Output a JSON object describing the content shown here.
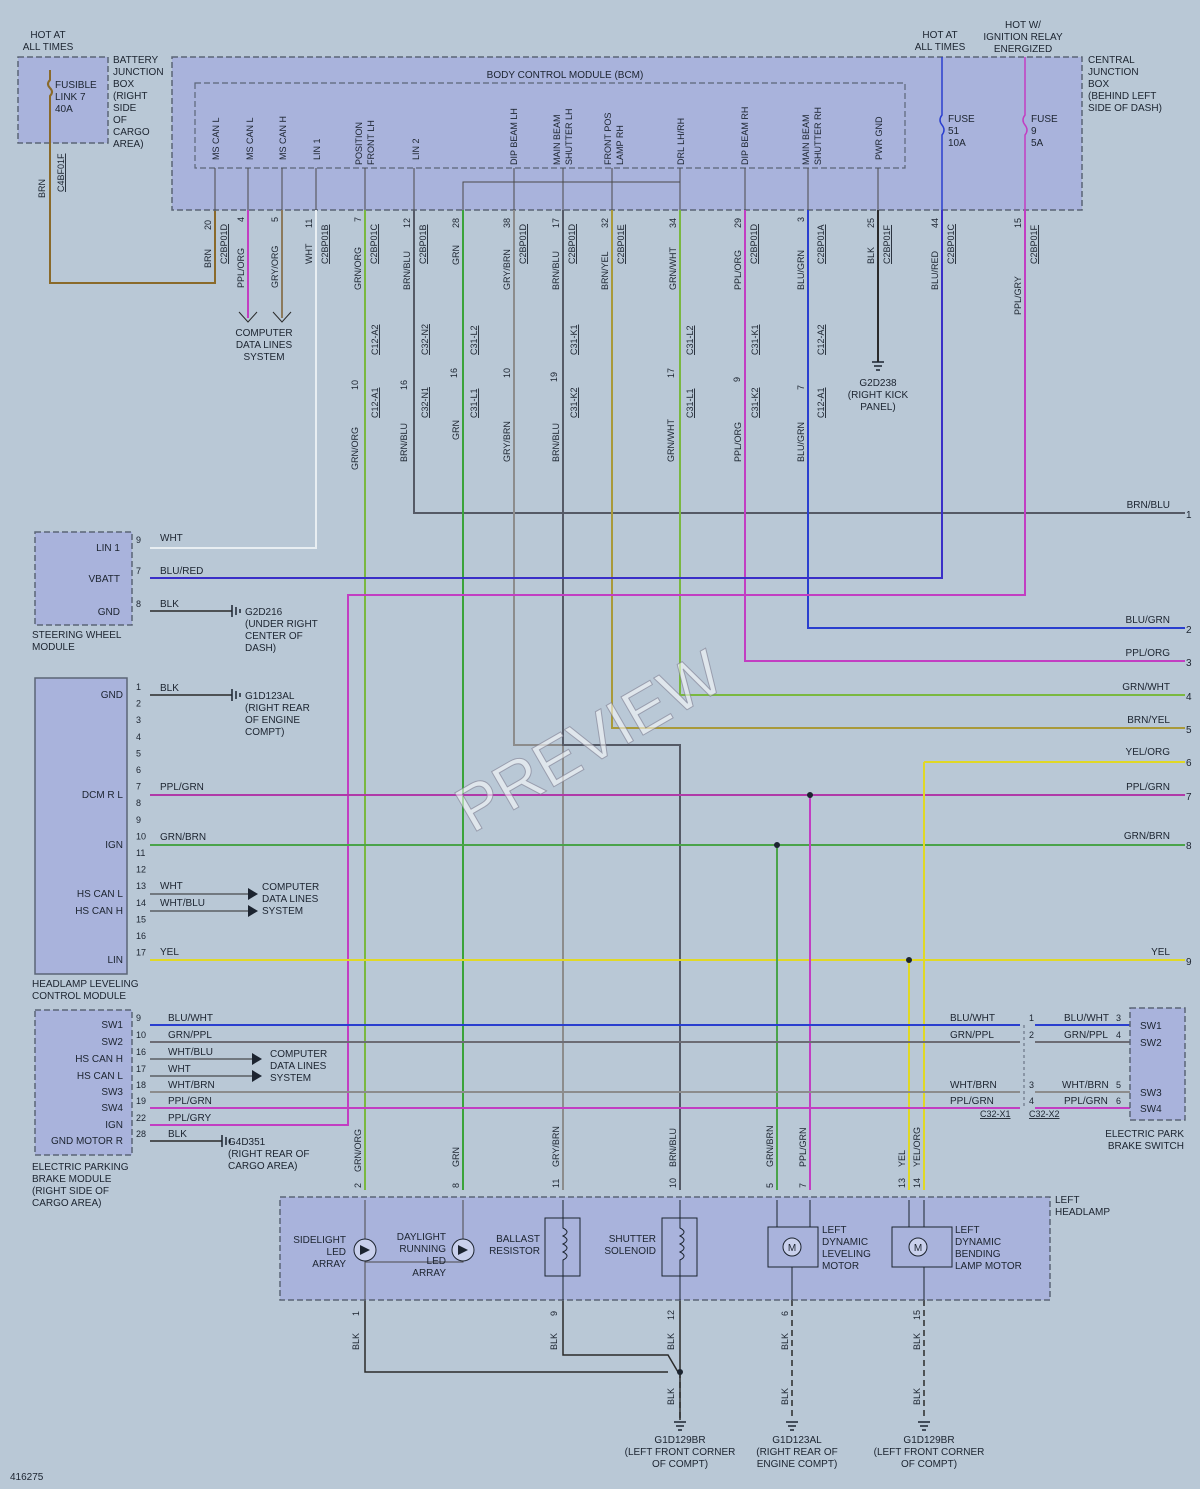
{
  "diagram_id": "416275",
  "watermark": "PREVIEW",
  "top_labels": {
    "hot_at_all_times_left": [
      "HOT AT",
      "ALL TIMES"
    ],
    "hot_at_all_times_right": [
      "HOT AT",
      "ALL TIMES"
    ],
    "hot_w_ignition": [
      "HOT W/",
      "IGNITION RELAY",
      "ENERGIZED"
    ]
  },
  "battery_junction_box": {
    "title": [
      "BATTERY",
      "JUNCTION",
      "BOX",
      "(RIGHT",
      "SIDE",
      "OF",
      "CARGO",
      "AREA)"
    ],
    "fuse": [
      "FUSIBLE",
      "LINK 7",
      "40A"
    ]
  },
  "central_junction_box": {
    "title": [
      "CENTRAL",
      "JUNCTION",
      "BOX",
      "(BEHIND LEFT",
      "SIDE OF DASH)"
    ],
    "fuse51": [
      "FUSE",
      "51",
      "10A"
    ],
    "fuse9": [
      "FUSE",
      "9",
      "5A"
    ]
  },
  "bcm": {
    "title": "BODY CONTROL MODULE (BCM)",
    "pins": [
      {
        "name": "MS CAN L",
        "pin": "20",
        "conn": "C2BP01D",
        "color": "BRN"
      },
      {
        "name": "MS CAN L",
        "pin": "4",
        "conn": "",
        "color": "PPL/ORG"
      },
      {
        "name": "MS CAN H",
        "pin": "5",
        "conn": "",
        "color": "GRY/ORG"
      },
      {
        "name": "LIN 1",
        "pin": "11",
        "conn": "C2BP01B",
        "color": "WHT"
      },
      {
        "name": "POSITION FRONT LH",
        "pin": "7",
        "conn": "C2BP01C",
        "color": "GRN/ORG"
      },
      {
        "name": "LIN 2",
        "pin": "12",
        "conn": "C2BP01B",
        "color": "BRN/BLU"
      },
      {
        "name": "",
        "pin": "28",
        "conn": "",
        "color": "GRN"
      },
      {
        "name": "DIP BEAM LH",
        "pin": "38",
        "conn": "C2BP01D",
        "color": "GRY/BRN"
      },
      {
        "name": "MAIN BEAM SHUTTER LH",
        "pin": "17",
        "conn": "C2BP01D",
        "color": "BRN/BLU"
      },
      {
        "name": "FRONT POS LAMP RH",
        "pin": "32",
        "conn": "C2BP01E",
        "color": "BRN/YEL"
      },
      {
        "name": "DRL LH/RH",
        "pin": "34",
        "conn": "",
        "color": "GRN/WHT"
      },
      {
        "name": "DIP BEAM RH",
        "pin": "29",
        "conn": "C2BP01D",
        "color": "PPL/ORG"
      },
      {
        "name": "MAIN BEAM SHUTTER RH",
        "pin": "3",
        "conn": "C2BP01A",
        "color": "BLU/GRN"
      },
      {
        "name": "PWR GND",
        "pin": "25",
        "conn": "C2BP01F",
        "color": "BLK"
      },
      {
        "name": "",
        "pin": "44",
        "conn": "C2BP01C",
        "color": "BLU/RED"
      },
      {
        "name": "",
        "pin": "15",
        "conn": "C2BP01F",
        "color": "PPL/GRY"
      }
    ]
  },
  "c4bf01f": "C4BF01F",
  "brn": "BRN",
  "computer_data_lines": [
    "COMPUTER",
    "DATA LINES",
    "SYSTEM"
  ],
  "inline": [
    {
      "top": "C12-A2",
      "pin": "10",
      "bottom": "C12-A1"
    },
    {
      "top": "C32-N2",
      "pin": "16",
      "bottom": "C32-N1"
    },
    {
      "top": "C31-L2",
      "pin": "16",
      "bottom": "C31-L1"
    },
    {
      "top": "",
      "pin": "10",
      "bottom": ""
    },
    {
      "top": "C31-K1",
      "pin": "19",
      "bottom": "C31-K2"
    },
    {
      "top": "C31-L2",
      "pin": "17",
      "bottom": "C31-L1"
    },
    {
      "top": "C31-K1",
      "pin": "9",
      "bottom": "C31-K2"
    },
    {
      "top": "C12-A2",
      "pin": "7",
      "bottom": "C12-A1"
    }
  ],
  "ground_g2d238": [
    "G2D238",
    "(RIGHT KICK",
    "PANEL)"
  ],
  "steering_wheel_module": {
    "title": [
      "STEERING WHEEL",
      "MODULE"
    ],
    "pins": [
      {
        "name": "LIN 1",
        "pin": "9",
        "color": "WHT"
      },
      {
        "name": "VBATT",
        "pin": "7",
        "color": "BLU/RED"
      },
      {
        "name": "GND",
        "pin": "8",
        "color": "BLK"
      }
    ],
    "ground": [
      "G2D216",
      "(UNDER RIGHT",
      "CENTER OF",
      "DASH)"
    ]
  },
  "hlcm": {
    "title": [
      "HEADLAMP LEVELING",
      "CONTROL MODULE"
    ],
    "pins": [
      {
        "pin": "1",
        "name": "GND",
        "color": "BLK"
      },
      {
        "pin": "2",
        "name": "",
        "color": ""
      },
      {
        "pin": "3",
        "name": "",
        "color": ""
      },
      {
        "pin": "4",
        "name": "",
        "color": ""
      },
      {
        "pin": "5",
        "name": "",
        "color": ""
      },
      {
        "pin": "6",
        "name": "",
        "color": ""
      },
      {
        "pin": "7",
        "name": "DCM R L",
        "color": "PPL/GRN"
      },
      {
        "pin": "8",
        "name": "",
        "color": ""
      },
      {
        "pin": "9",
        "name": "",
        "color": ""
      },
      {
        "pin": "10",
        "name": "IGN",
        "color": "GRN/BRN"
      },
      {
        "pin": "11",
        "name": "",
        "color": ""
      },
      {
        "pin": "12",
        "name": "",
        "color": ""
      },
      {
        "pin": "13",
        "name": "HS CAN L",
        "color": "WHT"
      },
      {
        "pin": "14",
        "name": "HS CAN H",
        "color": "WHT/BLU"
      },
      {
        "pin": "15",
        "name": "",
        "color": ""
      },
      {
        "pin": "16",
        "name": "",
        "color": ""
      },
      {
        "pin": "17",
        "name": "LIN",
        "color": "YEL"
      }
    ],
    "ground": [
      "G1D123AL",
      "(RIGHT REAR",
      "OF ENGINE",
      "COMPT)"
    ]
  },
  "epbm": {
    "title": [
      "ELECTRIC PARKING",
      "BRAKE MODULE",
      "(RIGHT SIDE OF",
      "CARGO AREA)"
    ],
    "pins": [
      {
        "name": "SW1",
        "pin": "9",
        "color": "BLU/WHT"
      },
      {
        "name": "SW2",
        "pin": "10",
        "color": "GRN/PPL"
      },
      {
        "name": "HS CAN H",
        "pin": "16",
        "color": "WHT/BLU"
      },
      {
        "name": "HS CAN L",
        "pin": "17",
        "color": "WHT"
      },
      {
        "name": "SW3",
        "pin": "18",
        "color": "WHT/BRN"
      },
      {
        "name": "SW4",
        "pin": "19",
        "color": "PPL/GRN"
      },
      {
        "name": "IGN",
        "pin": "22",
        "color": "PPL/GRY"
      },
      {
        "name": "GND MOTOR R",
        "pin": "28",
        "color": "BLK"
      }
    ],
    "ground": [
      "G4D351",
      "(RIGHT REAR OF",
      "CARGO AREA)"
    ]
  },
  "park_switch": {
    "title": [
      "ELECTRIC PARK",
      "BRAKE SWITCH"
    ],
    "rows": [
      {
        "left": "BLU/WHT",
        "p1": "1",
        "right": "BLU/WHT",
        "p2": "3",
        "name": "SW1"
      },
      {
        "left": "GRN/PPL",
        "p1": "2",
        "right": "GRN/PPL",
        "p2": "4",
        "name": "SW2"
      },
      {
        "left": "WHT/BRN",
        "p1": "3",
        "right": "WHT/BRN",
        "p2": "5",
        "name": "SW3"
      },
      {
        "left": "PPL/GRN",
        "p1": "4",
        "right": "PPL/GRN",
        "p2": "6",
        "name": "SW4"
      }
    ],
    "connectors": [
      "C32-X1",
      "C32-X2"
    ]
  },
  "right_edge": [
    {
      "label": "BRN/BLU",
      "num": "1"
    },
    {
      "label": "BLU/GRN",
      "num": "2"
    },
    {
      "label": "PPL/ORG",
      "num": "3"
    },
    {
      "label": "GRN/WHT",
      "num": "4"
    },
    {
      "label": "BRN/YEL",
      "num": "5"
    },
    {
      "label": "YEL/ORG",
      "num": "6"
    },
    {
      "label": "PPL/GRN",
      "num": "7"
    },
    {
      "label": "GRN/BRN",
      "num": "8"
    },
    {
      "label": "YEL",
      "num": "9"
    }
  ],
  "left_headlamp": {
    "title": [
      "LEFT",
      "HEADLAMP"
    ],
    "top_pins": [
      {
        "pin": "2",
        "color": "GRN/ORG"
      },
      {
        "pin": "8",
        "color": "GRN"
      },
      {
        "pin": "11",
        "color": "GRY/BRN"
      },
      {
        "pin": "10",
        "color": "BRN/BLU"
      },
      {
        "pin": "5",
        "color": "GRN/BRN"
      },
      {
        "pin": "7",
        "color": "PPL/GRN"
      },
      {
        "pin": "13",
        "color": "YEL"
      },
      {
        "pin": "14",
        "color": "YEL/ORG"
      }
    ],
    "components": [
      [
        "SIDELIGHT",
        "LED",
        "ARRAY"
      ],
      [
        "DAYLIGHT",
        "RUNNING",
        "LED",
        "ARRAY"
      ],
      [
        "BALLAST",
        "RESISTOR"
      ],
      [
        "SHUTTER",
        "SOLENOID"
      ],
      [
        "LEFT",
        "DYNAMIC",
        "LEVELING",
        "MOTOR"
      ],
      [
        "LEFT",
        "DYNAMIC",
        "BENDING",
        "LAMP MOTOR"
      ]
    ],
    "bottom_pins": [
      {
        "pin": "1",
        "color": "BLK"
      },
      {
        "pin": "9",
        "color": "BLK"
      },
      {
        "pin": "12",
        "color": "BLK"
      },
      {
        "pin": "6",
        "color": "BLK"
      },
      {
        "pin": "15",
        "color": "BLK"
      }
    ]
  },
  "grounds_bottom": [
    [
      "G1D129BR",
      "(LEFT FRONT CORNER",
      "OF COMPT)"
    ],
    [
      "G1D123AL",
      "(RIGHT REAR OF",
      "ENGINE COMPT)"
    ],
    [
      "G1D129BR",
      "(LEFT FRONT CORNER",
      "OF COMPT)"
    ]
  ],
  "blk": "BLK",
  "motor_symbol": "M",
  "colors": {
    "background": "#b9c8d6",
    "module_fill": "#a9b3dc",
    "brn": "#8a6a2a",
    "wht": "#e8eef2",
    "grn": "#3aa33a",
    "gry": "#8c8c8c",
    "ppl": "#c23ec2",
    "blu": "#2a3fcf",
    "yel": "#e0d826",
    "blk": "#2a2a2a"
  }
}
